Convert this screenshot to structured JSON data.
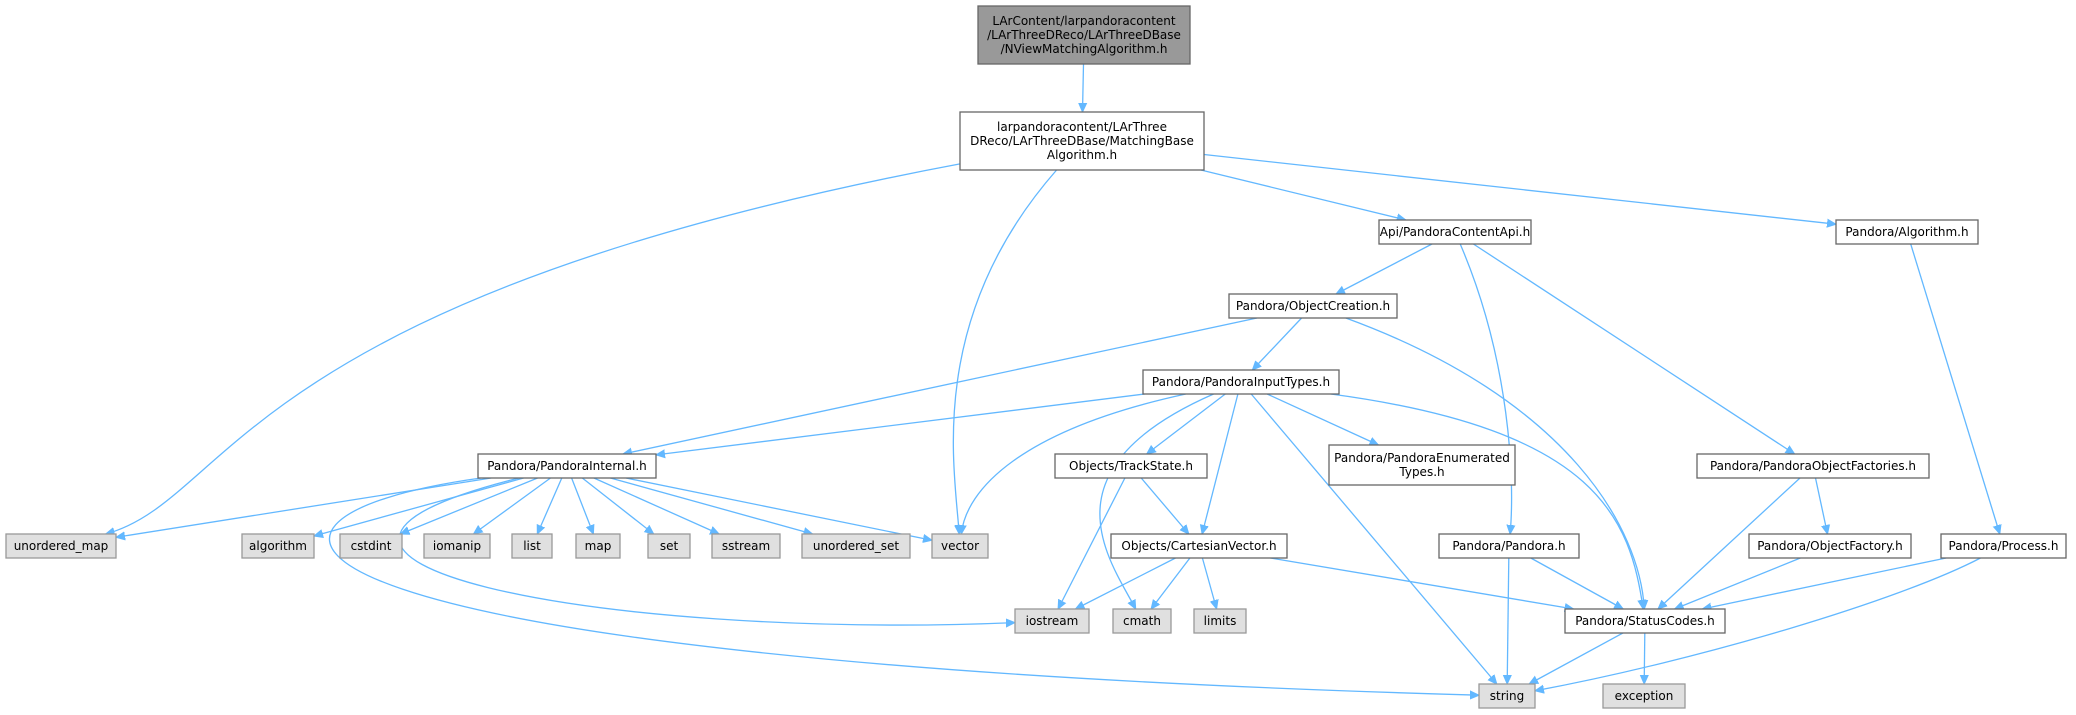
{
  "graph": {
    "colors": {
      "edge": "#63b8ff",
      "local_fill": "#ffffff",
      "system_fill": "#e0e0e0",
      "root_fill": "#999999",
      "border": "#666666"
    },
    "nodes": [
      {
        "id": "root",
        "kind": "root",
        "lines": [
          "LArContent/larpandoracontent",
          "/LArThreeDReco/LArThreeDBase",
          "/NViewMatchingAlgorithm.h"
        ]
      },
      {
        "id": "matchingbase",
        "kind": "local",
        "lines": [
          "larpandoracontent/LArThree",
          "DReco/LArThreeDBase/MatchingBase",
          "Algorithm.h"
        ]
      },
      {
        "id": "contentapi",
        "kind": "local",
        "lines": [
          "Api/PandoraContentApi.h"
        ]
      },
      {
        "id": "algorithm_h",
        "kind": "local",
        "lines": [
          "Pandora/Algorithm.h"
        ]
      },
      {
        "id": "objectcreation",
        "kind": "local",
        "lines": [
          "Pandora/ObjectCreation.h"
        ]
      },
      {
        "id": "inputtypes",
        "kind": "local",
        "lines": [
          "Pandora/PandoraInputTypes.h"
        ]
      },
      {
        "id": "internal",
        "kind": "local",
        "lines": [
          "Pandora/PandoraInternal.h"
        ]
      },
      {
        "id": "trackstate",
        "kind": "local",
        "lines": [
          "Objects/TrackState.h"
        ]
      },
      {
        "id": "enumerated",
        "kind": "local",
        "lines": [
          "Pandora/PandoraEnumerated",
          "Types.h"
        ]
      },
      {
        "id": "objectfactories",
        "kind": "local",
        "lines": [
          "Pandora/PandoraObjectFactories.h"
        ]
      },
      {
        "id": "cartesian",
        "kind": "local",
        "lines": [
          "Objects/CartesianVector.h"
        ]
      },
      {
        "id": "pandora_h",
        "kind": "local",
        "lines": [
          "Pandora/Pandora.h"
        ]
      },
      {
        "id": "objectfactory",
        "kind": "local",
        "lines": [
          "Pandora/ObjectFactory.h"
        ]
      },
      {
        "id": "process",
        "kind": "local",
        "lines": [
          "Pandora/Process.h"
        ]
      },
      {
        "id": "statuscodes",
        "kind": "local",
        "lines": [
          "Pandora/StatusCodes.h"
        ]
      },
      {
        "id": "unordered_map",
        "kind": "system",
        "lines": [
          "unordered_map"
        ]
      },
      {
        "id": "algorithm",
        "kind": "system",
        "lines": [
          "algorithm"
        ]
      },
      {
        "id": "cstdint",
        "kind": "system",
        "lines": [
          "cstdint"
        ]
      },
      {
        "id": "iomanip",
        "kind": "system",
        "lines": [
          "iomanip"
        ]
      },
      {
        "id": "list",
        "kind": "system",
        "lines": [
          "list"
        ]
      },
      {
        "id": "map",
        "kind": "system",
        "lines": [
          "map"
        ]
      },
      {
        "id": "set",
        "kind": "system",
        "lines": [
          "set"
        ]
      },
      {
        "id": "sstream",
        "kind": "system",
        "lines": [
          "sstream"
        ]
      },
      {
        "id": "unordered_set",
        "kind": "system",
        "lines": [
          "unordered_set"
        ]
      },
      {
        "id": "vector",
        "kind": "system",
        "lines": [
          "vector"
        ]
      },
      {
        "id": "iostream",
        "kind": "system",
        "lines": [
          "iostream"
        ]
      },
      {
        "id": "cmath",
        "kind": "system",
        "lines": [
          "cmath"
        ]
      },
      {
        "id": "limits",
        "kind": "system",
        "lines": [
          "limits"
        ]
      },
      {
        "id": "string",
        "kind": "system",
        "lines": [
          "string"
        ]
      },
      {
        "id": "exception",
        "kind": "system",
        "lines": [
          "exception"
        ]
      }
    ],
    "edges": [
      [
        "root",
        "matchingbase"
      ],
      [
        "matchingbase",
        "unordered_map"
      ],
      [
        "matchingbase",
        "vector"
      ],
      [
        "matchingbase",
        "contentapi"
      ],
      [
        "matchingbase",
        "algorithm_h"
      ],
      [
        "contentapi",
        "objectcreation"
      ],
      [
        "contentapi",
        "pandora_h"
      ],
      [
        "contentapi",
        "objectfactories"
      ],
      [
        "algorithm_h",
        "process"
      ],
      [
        "objectcreation",
        "internal"
      ],
      [
        "objectcreation",
        "inputtypes"
      ],
      [
        "objectcreation",
        "statuscodes"
      ],
      [
        "inputtypes",
        "internal"
      ],
      [
        "inputtypes",
        "vector"
      ],
      [
        "inputtypes",
        "cmath"
      ],
      [
        "inputtypes",
        "trackstate"
      ],
      [
        "inputtypes",
        "cartesian"
      ],
      [
        "inputtypes",
        "enumerated"
      ],
      [
        "inputtypes",
        "string"
      ],
      [
        "inputtypes",
        "statuscodes"
      ],
      [
        "internal",
        "unordered_map"
      ],
      [
        "internal",
        "algorithm"
      ],
      [
        "internal",
        "cstdint"
      ],
      [
        "internal",
        "iomanip"
      ],
      [
        "internal",
        "list"
      ],
      [
        "internal",
        "map"
      ],
      [
        "internal",
        "set"
      ],
      [
        "internal",
        "sstream"
      ],
      [
        "internal",
        "unordered_set"
      ],
      [
        "internal",
        "vector"
      ],
      [
        "internal",
        "iostream"
      ],
      [
        "internal",
        "string"
      ],
      [
        "trackstate",
        "iostream"
      ],
      [
        "trackstate",
        "cartesian"
      ],
      [
        "cartesian",
        "iostream"
      ],
      [
        "cartesian",
        "cmath"
      ],
      [
        "cartesian",
        "limits"
      ],
      [
        "cartesian",
        "statuscodes"
      ],
      [
        "pandora_h",
        "string"
      ],
      [
        "pandora_h",
        "statuscodes"
      ],
      [
        "objectfactories",
        "statuscodes"
      ],
      [
        "objectfactories",
        "objectfactory"
      ],
      [
        "objectfactory",
        "statuscodes"
      ],
      [
        "process",
        "statuscodes"
      ],
      [
        "process",
        "string"
      ],
      [
        "statuscodes",
        "string"
      ],
      [
        "statuscodes",
        "exception"
      ]
    ]
  }
}
